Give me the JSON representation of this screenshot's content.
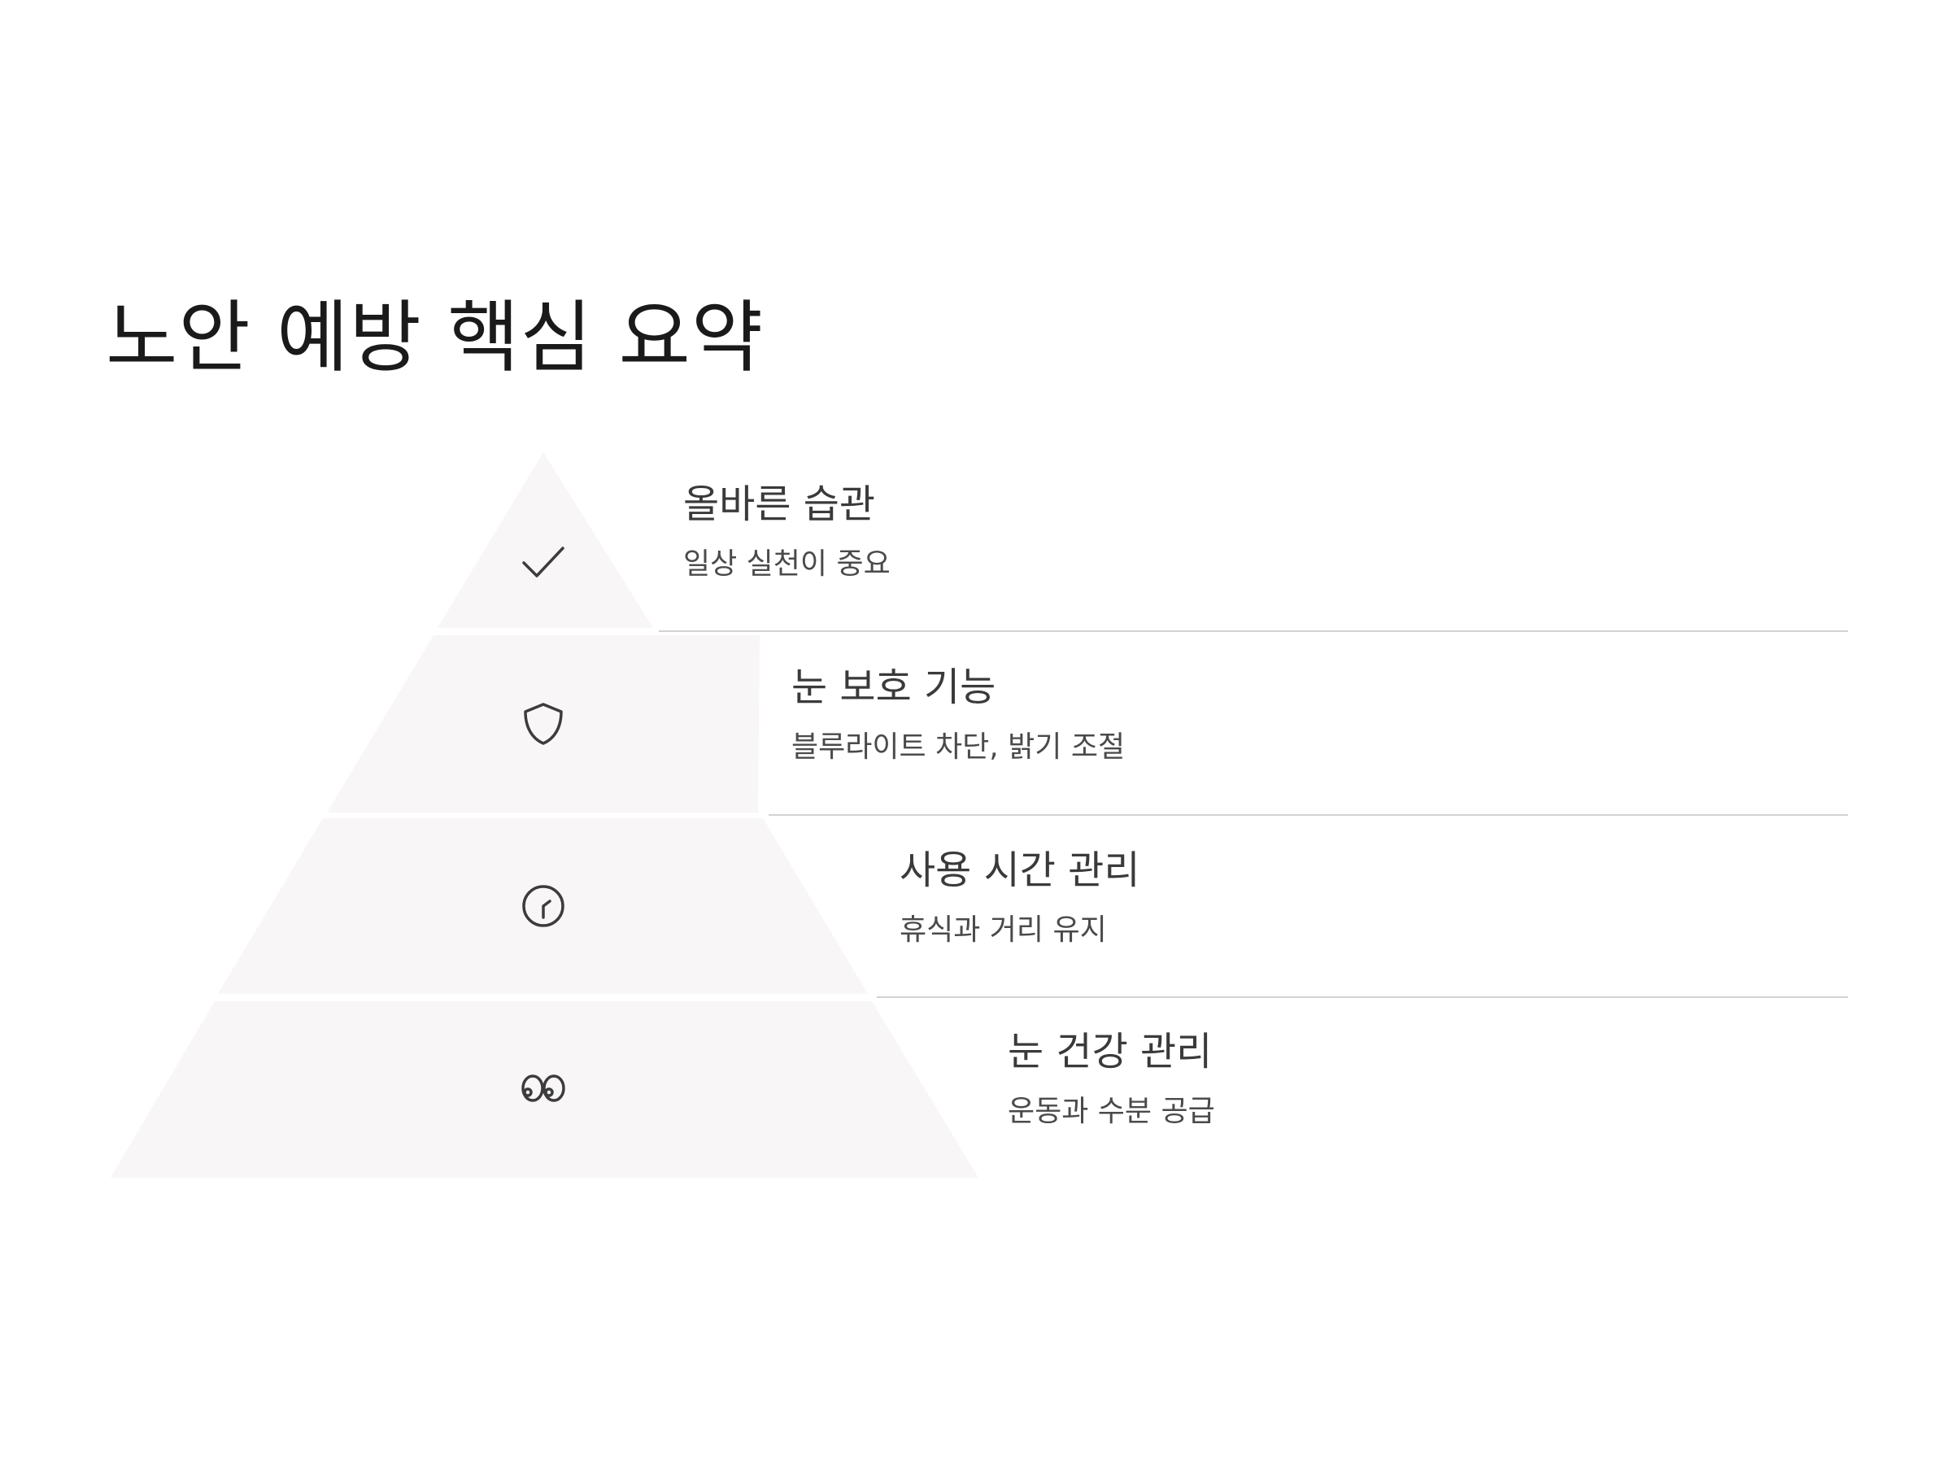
{
  "title": "노안 예방 핵심 요약",
  "colors": {
    "layer_fill": "#f8f6f6",
    "divider": "#d2d2d2",
    "text": "#3a3a3a"
  },
  "layers": [
    {
      "heading": "올바른 습관",
      "description": "일상 실천이 중요",
      "icon": "check-icon"
    },
    {
      "heading": "눈 보호 기능",
      "description": "블루라이트 차단, 밝기 조절",
      "icon": "shield-icon"
    },
    {
      "heading": "사용 시간 관리",
      "description": "휴식과 거리 유지",
      "icon": "clock-icon"
    },
    {
      "heading": "눈 건강 관리",
      "description": "운동과 수분 공급",
      "icon": "eyes-icon"
    }
  ]
}
